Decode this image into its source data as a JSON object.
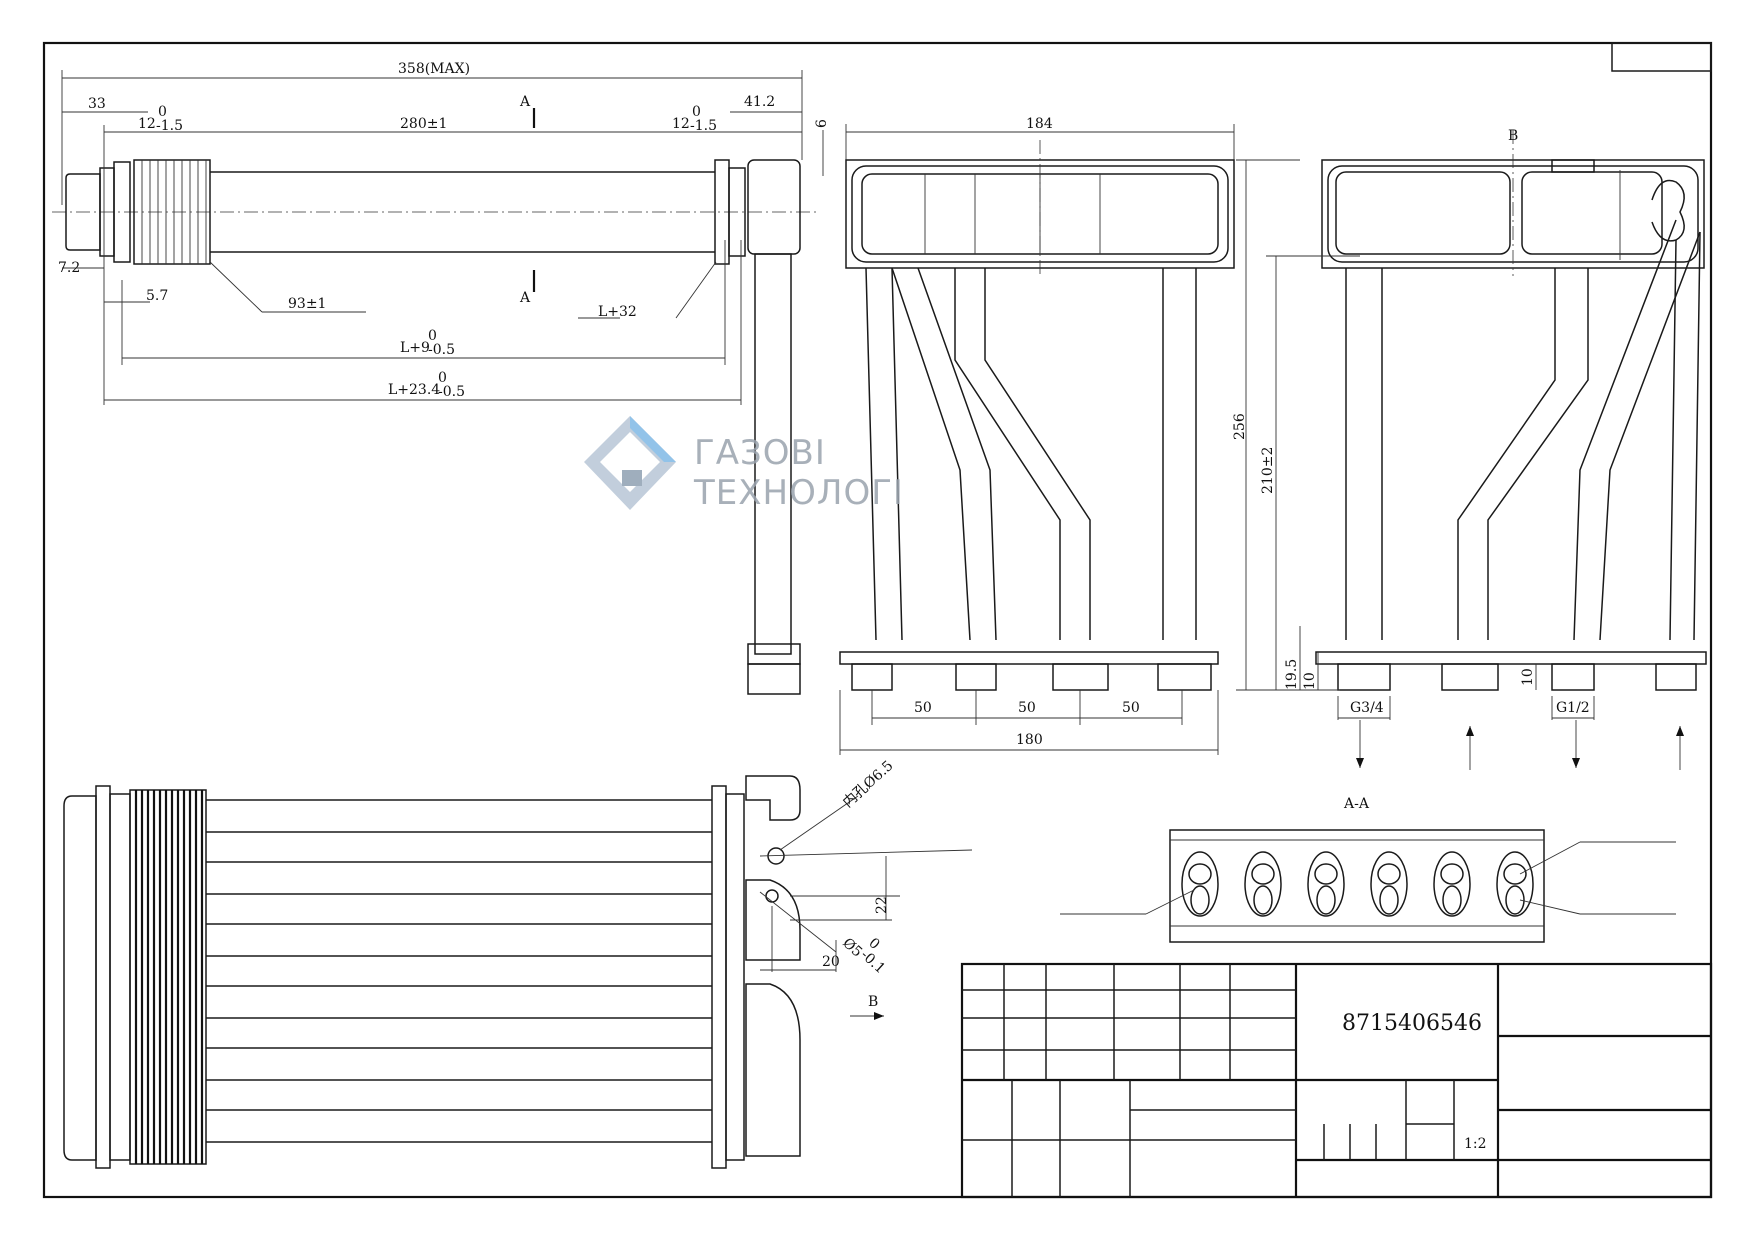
{
  "drawing": {
    "part_number": "8715406546",
    "scale": "1:2"
  },
  "watermark": {
    "line1": "ГАЗОВІ",
    "line2": "ТЕХНОЛОГІ"
  },
  "front_view": {
    "overall": "358(MAX)",
    "left_offset": "33",
    "fin_tol_left": "12",
    "center_len": "280±1",
    "fin_tol_right": "12",
    "right_offset": "41.2",
    "section_a": "A",
    "left_gap": "7.2",
    "flange": "5.7",
    "fin_pack": "93±1",
    "l_plus_32": "L+32",
    "l_plus_9": "L+9",
    "l_plus_23": "L+23.4",
    "tol_zero": "0",
    "tol_minus_1_5": "-1.5",
    "tol_minus_0_5": "-0.5",
    "top_offset": "6"
  },
  "side_view": {
    "width": "184",
    "pitch": "50",
    "total": "180"
  },
  "right_view": {
    "section_b": "B",
    "height": "256",
    "height_inner": "210±2",
    "stub_a": "19.5",
    "stub_b": "10",
    "stub_c": "10",
    "thread_a": "G3/4",
    "thread_b": "G1/2"
  },
  "bottom_view": {
    "hole_a": "内孔Ø6.5",
    "hole_b": "Ø5",
    "hole_b_tol_upper": "0",
    "hole_b_tol_lower": "-0.1",
    "spacing": "22",
    "offset": "20",
    "view_b": "B"
  },
  "section_aa": {
    "label": "A-A"
  }
}
